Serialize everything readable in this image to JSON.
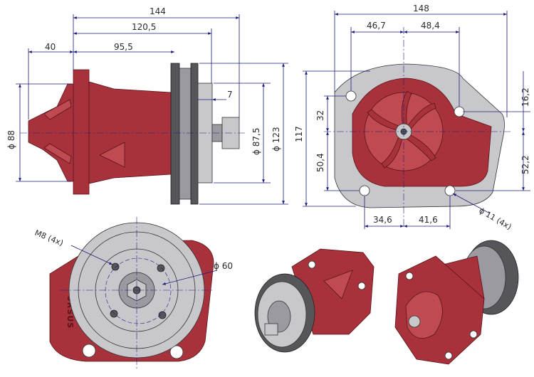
{
  "side_view": {
    "dims": {
      "overall_length": "144",
      "flange_to_end": "120,5",
      "front_overhang": "40",
      "flange_to_pulley": "95,5",
      "hub_width": "7",
      "impeller_diameter": "ϕ 88",
      "hub_diameter": "ϕ 87,5",
      "pulley_diameter": "ϕ 123"
    }
  },
  "flange_view": {
    "dims": {
      "overall_width": "148",
      "left_offset": "46,7",
      "right_offset": "48,4",
      "top_hole_offset": "16,2",
      "upper_vertical": "32",
      "total_height": "117",
      "lower_vertical": "50,4",
      "right_vertical": "52,2",
      "bottom_left": "34,6",
      "bottom_right": "41,6",
      "hole_diameter": "ϕ 11  (4x)"
    }
  },
  "front_view": {
    "dims": {
      "thread": "M8  (4x)",
      "bolt_circle": "ϕ 60"
    },
    "brand": "URSUS"
  },
  "colors": {
    "housing": "#a8323c",
    "metal": "#9a9aa0",
    "dimension_lines": "#1c1c7a"
  }
}
